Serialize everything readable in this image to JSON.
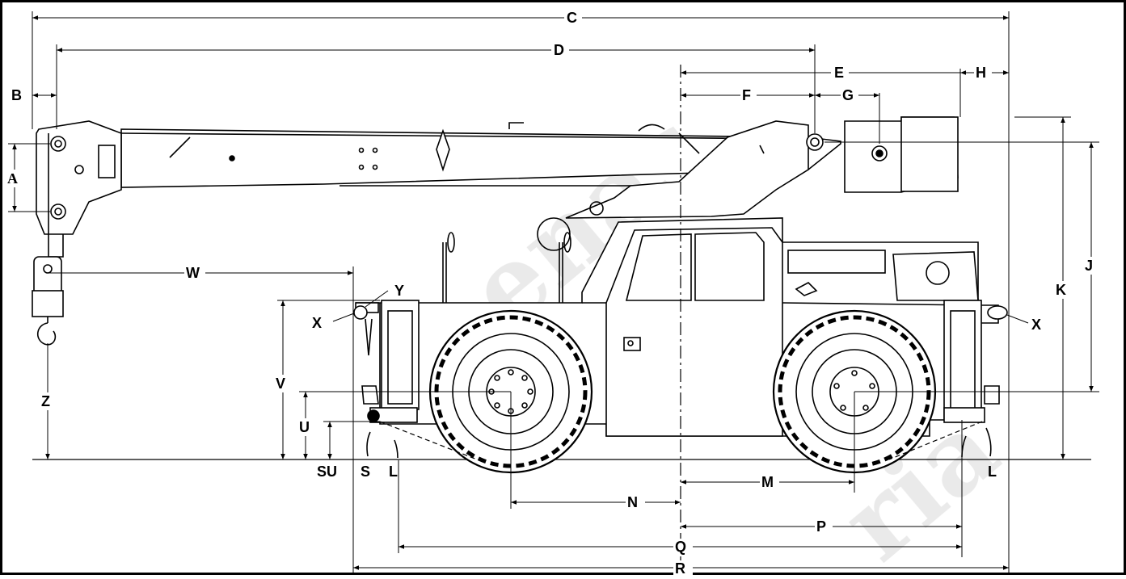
{
  "figure": {
    "type": "side elevation dimension drawing",
    "subject": "rough terrain crane",
    "colors": {
      "line": "#000000",
      "background": "#ffffff",
      "watermark": "#e8e8e8"
    }
  },
  "dimensions": {
    "A": "A",
    "B": "B",
    "C": "C",
    "D": "D",
    "E": "E",
    "F": "F",
    "G": "G",
    "H": "H",
    "J": "J",
    "K": "K",
    "L_left": "L",
    "L_right": "L",
    "M": "M",
    "N": "N",
    "P": "P",
    "Q": "Q",
    "R": "R",
    "S": "S",
    "SU": "SU",
    "U": "U",
    "V": "V",
    "W": "W",
    "X_left": "X",
    "X_right": "X",
    "Y": "Y",
    "Z": "Z"
  },
  "watermark": {
    "text_1": "penas",
    "text_2": "ria"
  }
}
